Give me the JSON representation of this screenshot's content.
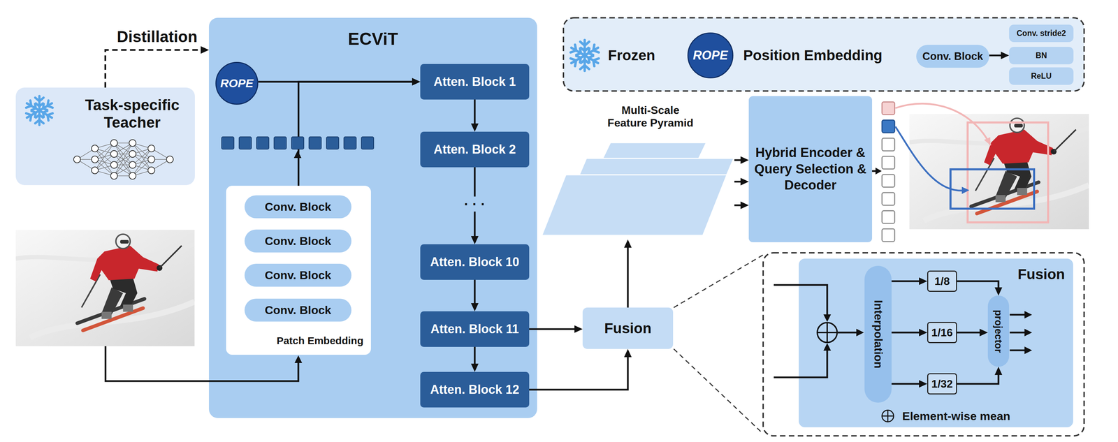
{
  "diagram": {
    "nodes": [
      {
        "text": [
          "Task-specific Teacher"
        ]
      },
      {
        "text": [
          "ECViT"
        ]
      },
      {
        "text": [
          "ROPE"
        ],
        "in": 1
      },
      {
        "text": [
          "Patch Embedding"
        ],
        "in": 1
      },
      {
        "text": [
          "Conv. Block"
        ],
        "in": 3
      },
      {
        "text": [
          "Conv. Block"
        ],
        "in": 3
      },
      {
        "text": [
          "Conv. Block"
        ],
        "in": 3
      },
      {
        "text": [
          "Conv. Block"
        ],
        "in": 3
      },
      {
        "text": [
          "Atten. Block 1"
        ],
        "in": 1
      },
      {
        "text": [
          "Atten. Block 2"
        ],
        "in": 1
      },
      {
        "text": [
          "Atten. Block 10"
        ],
        "in": 1
      },
      {
        "text": [
          "Atten. Block 11"
        ],
        "in": 1
      },
      {
        "text": [
          "Atten. Block 12"
        ],
        "in": 1
      },
      {
        "text": [
          "Fusion"
        ]
      },
      {
        "text": [
          "Multi-Scale Feature Pyramid"
        ]
      },
      {
        "text": [
          "Hybrid Encoder & Query Selection & Decoder"
        ]
      },
      {
        "text": [
          "ROPE"
        ]
      },
      {
        "text": [
          "Conv. Block"
        ]
      },
      {
        "text": [
          "Conv. stride2"
        ]
      },
      {
        "text": [
          "BN"
        ]
      },
      {
        "text": [
          "ReLU"
        ]
      },
      {
        "text": [
          "Fusion"
        ]
      },
      {
        "text": [
          "Interpolation"
        ],
        "in": 21
      },
      {
        "text": [
          "1/8"
        ],
        "in": 21
      },
      {
        "text": [
          "1/16"
        ],
        "in": 21
      },
      {
        "text": [
          "1/32"
        ],
        "in": 21
      },
      {
        "text": [
          "projector"
        ],
        "in": 21
      }
    ],
    "edges": [
      {
        "from": 0,
        "to": 1,
        "arrow": "to",
        "label": "Distillation"
      },
      {
        "from": 2,
        "to": 8,
        "arrow": "to"
      },
      {
        "from": 3,
        "to": 8,
        "arrow": "to"
      },
      {
        "from": 8,
        "to": 9,
        "arrow": "to"
      },
      {
        "from": 9,
        "to": 10,
        "arrow": "to"
      },
      {
        "from": 10,
        "to": 11,
        "arrow": "to"
      },
      {
        "from": 11,
        "to": 12,
        "arrow": "to"
      },
      {
        "from": 11,
        "to": 13,
        "arrow": "to"
      },
      {
        "from": 12,
        "to": 13,
        "arrow": "to"
      },
      {
        "from": 13,
        "to": 14,
        "arrow": "to"
      },
      {
        "from": 14,
        "to": 15,
        "arrow": "to"
      },
      {
        "from": 14,
        "to": 15,
        "arrow": "to"
      },
      {
        "from": 14,
        "to": 15,
        "arrow": "to"
      },
      {
        "from": 17,
        "to": 19,
        "arrow": "to"
      },
      {
        "from": 22,
        "to": 23,
        "arrow": "to"
      },
      {
        "from": 22,
        "to": 24,
        "arrow": "to"
      },
      {
        "from": 22,
        "to": 25,
        "arrow": "to"
      },
      {
        "from": 23,
        "to": 26,
        "arrow": "to"
      },
      {
        "from": 24,
        "to": 26,
        "arrow": "to"
      },
      {
        "from": 25,
        "to": 26,
        "arrow": "to"
      }
    ],
    "labels": [
      "· · ·"
    ],
    "legend": [
      {
        "text": "Frozen"
      },
      {
        "text": "Position Embedding"
      },
      {
        "text": "Element-wise mean"
      }
    ]
  }
}
